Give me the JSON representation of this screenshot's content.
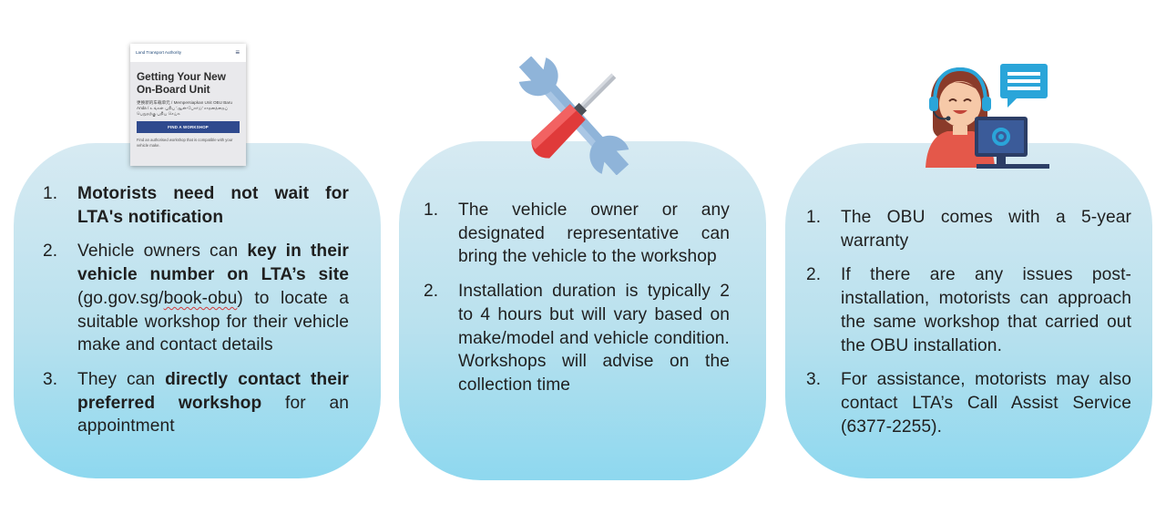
{
  "phone": {
    "logo": "Land Transport Authority",
    "title": "Getting Your New On-Board Unit",
    "lang_text": "更换新的车载单元 / Mempersiapkan Unit OBU Baru Anda / உங்கள் புதிய 'ஆன்-போர்டு' சாதனத்தைப் பெறுதற்கு புதிய செய்க",
    "button": "FIND A WORKSHOP",
    "note": "Find an authorised workshop that is compatible with your vehicle make."
  },
  "cards": [
    {
      "icon": "phone-screenshot",
      "items": [
        {
          "num": "1.",
          "bold": "Motorists need not wait for LTA's notification"
        },
        {
          "num": "2.",
          "pre": "Vehicle owners can ",
          "bold": "key in their vehicle number on LTA’s site",
          "link": "(go.gov.sg/book-obu)",
          "post": " to locate a suitable workshop for their vehicle make and contact details"
        },
        {
          "num": "3.",
          "pre": "They can ",
          "bold": "directly contact their preferred workshop",
          "post": " for an appointment"
        }
      ]
    },
    {
      "icon": "wrench-screwdriver-icon",
      "items": [
        {
          "num": "1.",
          "text": "The vehicle owner or any designated representative can bring the vehicle to the workshop"
        },
        {
          "num": "2.",
          "text": "Installation duration is typically 2 to 4 hours but will vary based on make/model and vehicle condition. Workshops will advise on the collection time"
        }
      ]
    },
    {
      "icon": "customer-support-agent-icon",
      "items": [
        {
          "num": "1.",
          "text": "The OBU comes with a 5-year warranty"
        },
        {
          "num": "2.",
          "text": "If there are any issues post-installation, motorists can approach the same workshop that carried out the OBU installation."
        },
        {
          "num": "3.",
          "text": "For assistance, motorists may also contact LTA’s Call Assist Service (6377-2255)."
        }
      ]
    }
  ],
  "colors": {
    "card_top": "#d7eaf2",
    "card_bottom": "#8ed8ef",
    "button": "#2f4a8e",
    "wrench": "#8fb4d9",
    "screwdriver_handle": "#e03a3a"
  }
}
